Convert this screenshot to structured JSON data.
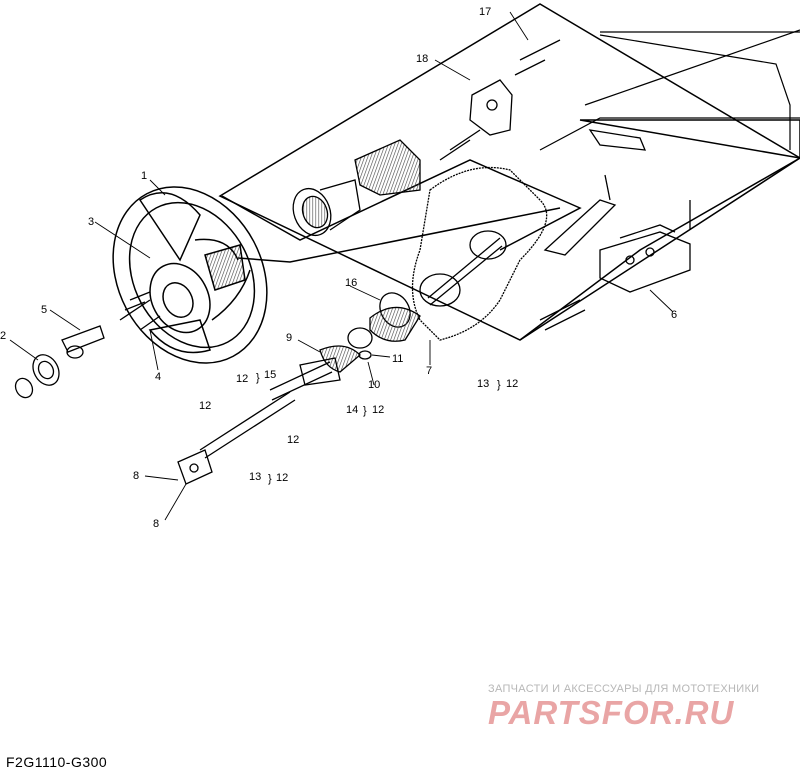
{
  "diagram": {
    "drawing_code": "F2G1110-G300",
    "watermark": {
      "tagline": "ЗАПЧАСТИ И АКСЕССУАРЫ ДЛЯ МОТОТЕХНИКИ",
      "brand": "PARTSFOR.RU"
    },
    "callouts": {
      "c1": "1",
      "c2": "2",
      "c3": "3",
      "c4": "4",
      "c5": "5",
      "c6": "6",
      "c7": "7",
      "c8a": "8",
      "c8b": "8",
      "c9": "9",
      "c10": "10",
      "c11": "11",
      "c12a": "12",
      "c12b": "12",
      "c12c": "12",
      "c12d": "12",
      "c12e": "12",
      "c12f": "12",
      "c13a": "13",
      "c13b": "13",
      "c14": "14",
      "c15": "15",
      "c16": "16",
      "c17": "17",
      "c18": "18"
    },
    "colors": {
      "line": "#000000",
      "hatch": "#555555",
      "watermark_text": "#b7b7b7",
      "watermark_logo": "#e9a5a5"
    }
  }
}
